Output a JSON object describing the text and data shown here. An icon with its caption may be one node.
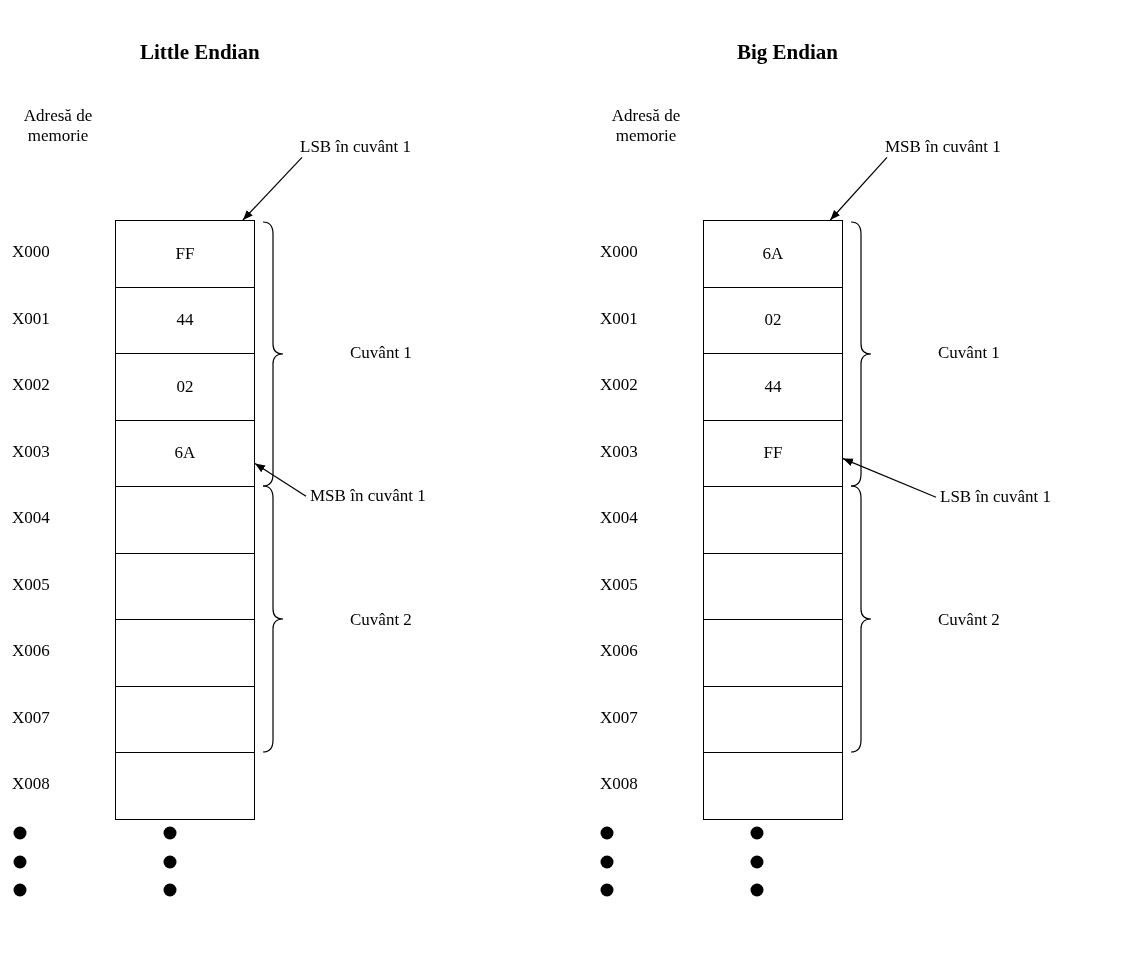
{
  "diagram": {
    "nodes": [
      {
        "text": [
          "LSB în cuvânt 1"
        ]
      },
      {
        "text": [
          "FF"
        ]
      },
      {
        "text": [
          "44"
        ]
      },
      {
        "text": [
          "02"
        ]
      },
      {
        "text": [
          "6A"
        ]
      },
      {
        "text": [],
        "shape": "box"
      },
      {
        "text": [],
        "shape": "box"
      },
      {
        "text": [],
        "shape": "box"
      },
      {
        "text": [],
        "shape": "box"
      },
      {
        "text": [],
        "shape": "box"
      },
      {
        "text": [
          "MSB în cuvânt 1"
        ]
      },
      {
        "text": [
          "MSB în cuvânt 1"
        ]
      },
      {
        "text": [
          "6A"
        ]
      },
      {
        "text": [
          "02"
        ]
      },
      {
        "text": [
          "44"
        ]
      },
      {
        "text": [
          "FF"
        ]
      },
      {
        "text": [],
        "shape": "box"
      },
      {
        "text": [],
        "shape": "box"
      },
      {
        "text": [],
        "shape": "box"
      },
      {
        "text": [],
        "shape": "box"
      },
      {
        "text": [],
        "shape": "box"
      },
      {
        "text": [
          "LSB în cuvânt 1"
        ]
      }
    ],
    "edges": [
      {
        "from": 0,
        "to": 1,
        "arrow": "to"
      },
      {
        "from": 10,
        "to": 4,
        "arrow": "to"
      },
      {
        "from": 11,
        "to": 12,
        "arrow": "to"
      },
      {
        "from": 21,
        "to": 15,
        "arrow": "to"
      }
    ],
    "labels": [
      "Little Endian",
      "Big Endian",
      "Adresă de memorie",
      "X000",
      "X001",
      "X002",
      "X003",
      "X004",
      "X005",
      "X006",
      "X007",
      "X008",
      "Cuvânt 1",
      "Cuvânt 2",
      "Adresă de memorie",
      "X000",
      "X001",
      "X002",
      "X003",
      "X004",
      "X005",
      "X006",
      "X007",
      "X008",
      "Cuvânt 1",
      "Cuvânt 2"
    ]
  }
}
